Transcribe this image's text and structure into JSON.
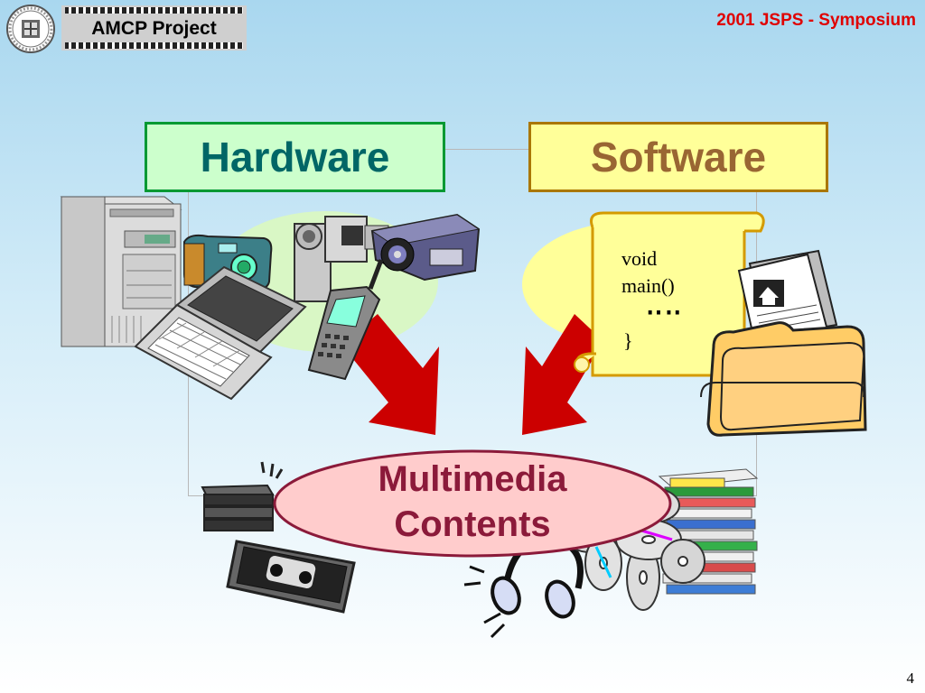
{
  "header": {
    "badge_title": "AMCP Project",
    "conference": "2001 JSPS - Symposium"
  },
  "diagram": {
    "hardware_label": "Hardware",
    "software_label": "Software",
    "center_line1": "Multimedia",
    "center_line2": "Contents",
    "code_line1": "void",
    "code_line2": "main()",
    "code_dots": "‥‥",
    "code_close": "}"
  },
  "footer": {
    "page_number": "4"
  },
  "colors": {
    "hardware_fill": "#ccffcc",
    "hardware_border": "#009933",
    "software_fill": "#ffff99",
    "software_border": "#aa7700",
    "arrow": "#cc0000",
    "ellipse_fill": "#ffcccc",
    "ellipse_border": "#8b1a3a"
  },
  "icons": [
    "university-seal-icon",
    "desktop-computer-icon",
    "digital-camera-icon",
    "laptop-icon",
    "video-camera-icon",
    "projector-icon",
    "mobile-phone-icon",
    "code-scroll-icon",
    "document-folder-icon",
    "video-tape-icon",
    "headphones-icon",
    "cd-stack-icon",
    "book-stack-icon"
  ]
}
